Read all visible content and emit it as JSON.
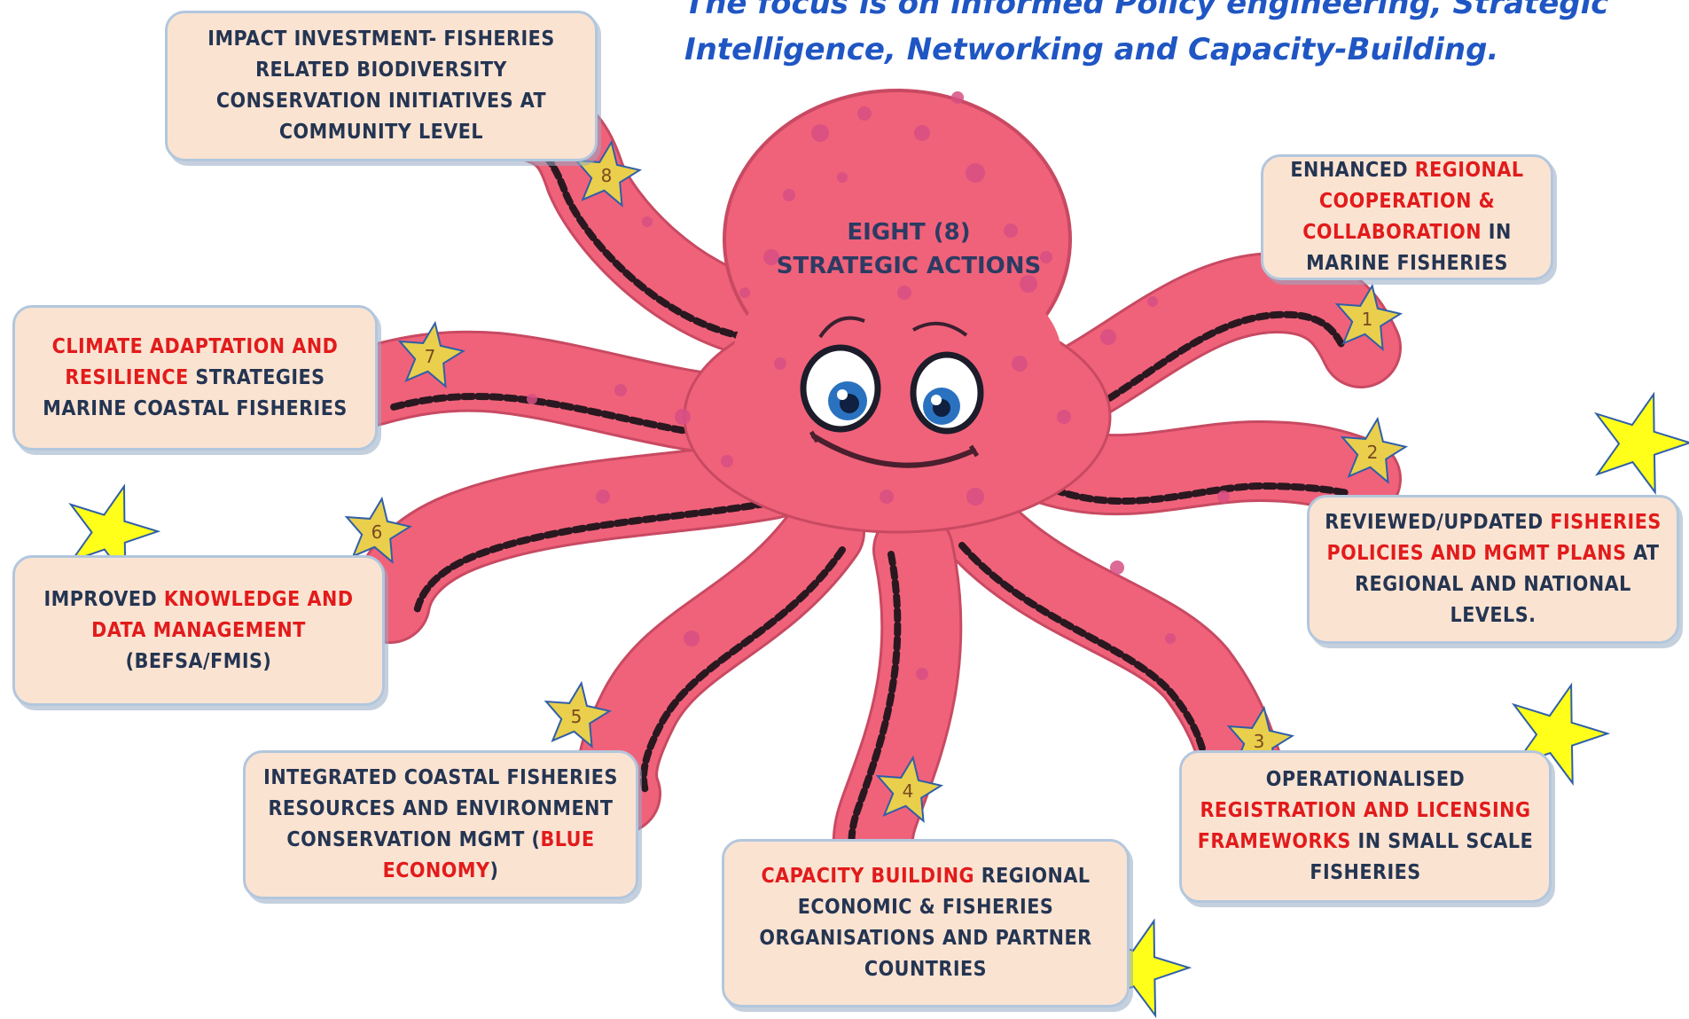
{
  "headline": {
    "line1": "The focus is on informed Policy engineering, Strategic",
    "line2": "Intelligence, Networking and Capacity-Building."
  },
  "center": {
    "line1": "EIGHT (8)",
    "line2": "STRATEGIC ACTIONS"
  },
  "actions": [
    {
      "number": "1",
      "parts": [
        {
          "text": "ENHANCED ",
          "highlight": false
        },
        {
          "text": "REGIONAL COOPERATION & COLLABORATION",
          "highlight": true
        },
        {
          "text": " IN MARINE FISHERIES",
          "highlight": false
        }
      ]
    },
    {
      "number": "2",
      "parts": [
        {
          "text": "REVIEWED/UPDATED ",
          "highlight": false
        },
        {
          "text": "FISHERIES POLICIES AND MGMT PLANS",
          "highlight": true
        },
        {
          "text": " AT REGIONAL AND NATIONAL LEVELS.",
          "highlight": false
        }
      ]
    },
    {
      "number": "3",
      "parts": [
        {
          "text": "OPERATIONALISED ",
          "highlight": false
        },
        {
          "text": "REGISTRATION AND LICENSING FRAMEWORKS",
          "highlight": true
        },
        {
          "text": " IN SMALL SCALE FISHERIES",
          "highlight": false
        }
      ]
    },
    {
      "number": "4",
      "parts": [
        {
          "text": "CAPACITY BUILDING",
          "highlight": true
        },
        {
          "text": " REGIONAL ECONOMIC & FISHERIES ORGANISATIONS AND PARTNER COUNTRIES",
          "highlight": false
        }
      ]
    },
    {
      "number": "5",
      "parts": [
        {
          "text": "INTEGRATED COASTAL FISHERIES RESOURCES AND ENVIRONMENT CONSERVATION MGMT (",
          "highlight": false
        },
        {
          "text": "BLUE ECONOMY",
          "highlight": true
        },
        {
          "text": ")",
          "highlight": false
        }
      ]
    },
    {
      "number": "6",
      "parts": [
        {
          "text": "IMPROVED ",
          "highlight": false
        },
        {
          "text": "KNOWLEDGE AND DATA MANAGEMENT",
          "highlight": true
        },
        {
          "text": " (BEFSA/FMIS)",
          "highlight": false
        }
      ]
    },
    {
      "number": "7",
      "parts": [
        {
          "text": "CLIMATE ADAPTATION AND RESILIENCE",
          "highlight": true
        },
        {
          "text": " STRATEGIES MARINE COASTAL FISHERIES",
          "highlight": false
        }
      ]
    },
    {
      "number": "8",
      "parts": [
        {
          "text": "IMPACT INVESTMENT- FISHERIES RELATED BIODIVERSITY CONSERVATION INITIATIVES AT COMMUNITY LEVEL",
          "highlight": false
        }
      ]
    }
  ],
  "colors": {
    "octopus": "#f0627a",
    "octopus_shadow": "#d6455e",
    "spot": "#d64f84",
    "star": "#e9cf4c",
    "bright_star": "#ffff1a",
    "box_fill": "#fbe3d2",
    "box_border": "#b2c7dd",
    "highlight_text": "#e21b1b",
    "body_text": "#243552",
    "headline_text": "#1f56c4"
  }
}
